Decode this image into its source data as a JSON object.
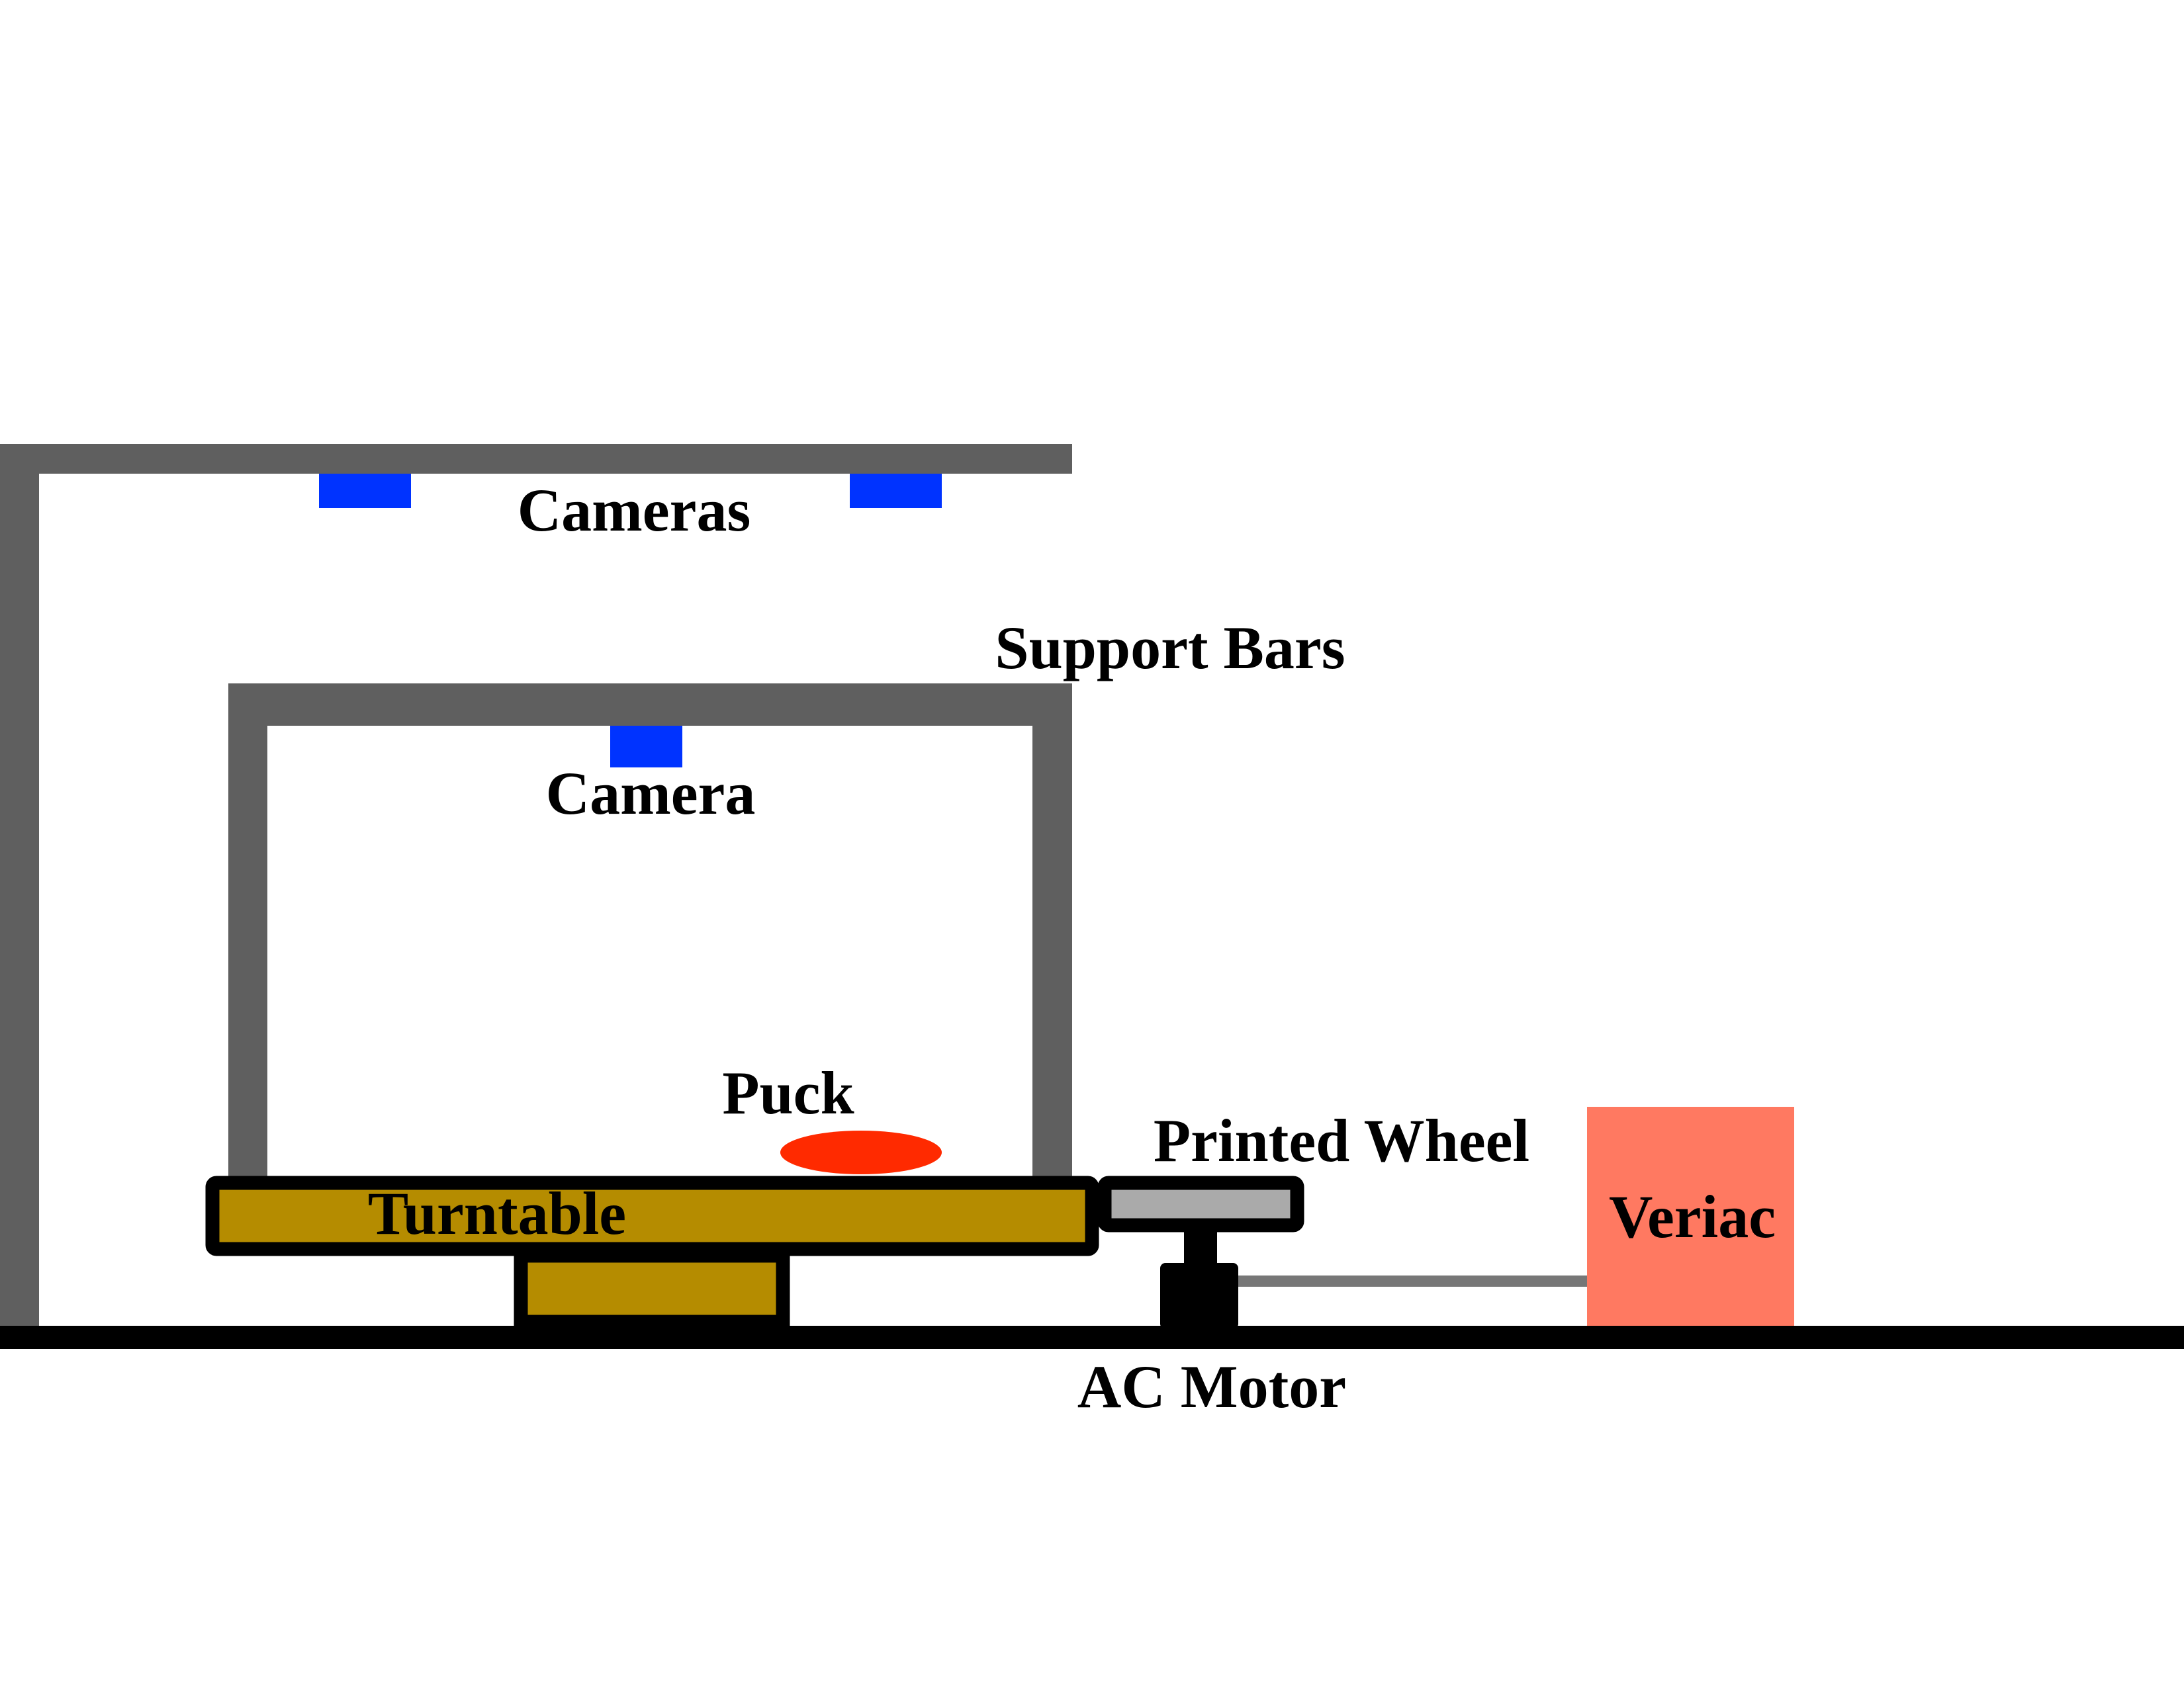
{
  "labels": {
    "cameras": "Cameras",
    "support_bars": "Support Bars",
    "camera": "Camera",
    "puck": "Puck",
    "printed_wheel": "Printed Wheel",
    "turntable": "Turntable",
    "veriac": "Veriac",
    "ac_motor": "AC Motor"
  },
  "colors": {
    "support_bar": "#5f5f5f",
    "camera": "#0033ff",
    "puck": "#ff2a00",
    "turntable": "#b58c00",
    "wheel": "#aaaaaa",
    "veriac": "#ff7961",
    "wire": "#777777",
    "ground": "#000000"
  }
}
